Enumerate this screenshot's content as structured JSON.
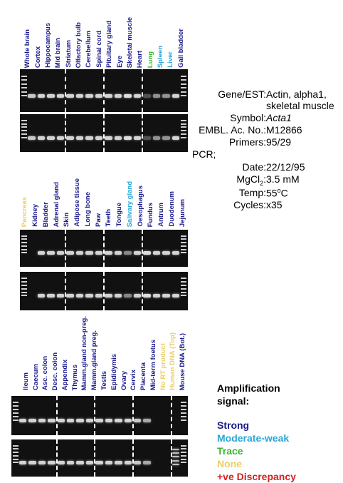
{
  "colors": {
    "strong": "#1a1a8c",
    "moderate_weak": "#2aa7d6",
    "trace": "#3cb531",
    "none": "#e8cf6a",
    "discrepancy": "#d42020"
  },
  "panels": [
    {
      "lanes": [
        {
          "label": "Whole brain",
          "signal": "strong",
          "band": 0.85
        },
        {
          "label": "Cortex",
          "signal": "strong",
          "band": 0.9
        },
        {
          "label": "Hippocampus",
          "signal": "strong",
          "band": 0.9
        },
        {
          "label": "Mid brain",
          "signal": "strong",
          "band": 0.9
        },
        {
          "label": "Striatum",
          "signal": "strong",
          "band": 0.9
        },
        {
          "label": "Olfactory bulb",
          "signal": "strong",
          "band": 0.9
        },
        {
          "label": "Cerebellum",
          "signal": "strong",
          "band": 0.9
        },
        {
          "label": "Spinal cord",
          "signal": "strong",
          "band": 0.9
        },
        {
          "label": "Pituitary gland",
          "signal": "strong",
          "band": 0.9
        },
        {
          "label": "Eye",
          "signal": "strong",
          "band": 0.9
        },
        {
          "label": "Skeletal muscle",
          "signal": "strong",
          "band": 0.95
        },
        {
          "label": "Heart",
          "signal": "strong",
          "band": 0.9
        },
        {
          "label": "Lung",
          "signal": "trace",
          "band": 0.3
        },
        {
          "label": "Spleen",
          "signal": "moderate_weak",
          "band": 0.6
        },
        {
          "label": "Liver",
          "signal": "moderate_weak",
          "band": 0.6
        },
        {
          "label": "Gall bladder",
          "signal": "strong",
          "band": 0.9
        }
      ]
    },
    {
      "lanes": [
        {
          "label": "Pancreas",
          "signal": "none",
          "band": 0.0
        },
        {
          "label": "Kidney",
          "signal": "strong",
          "band": 0.9
        },
        {
          "label": "Bladder",
          "signal": "strong",
          "band": 0.9
        },
        {
          "label": "Adrenal gland",
          "signal": "strong",
          "band": 0.9
        },
        {
          "label": "Skin",
          "signal": "strong",
          "band": 0.9
        },
        {
          "label": "Adipose tissue",
          "signal": "strong",
          "band": 0.9
        },
        {
          "label": "Long bone",
          "signal": "strong",
          "band": 0.9
        },
        {
          "label": "Paw",
          "signal": "strong",
          "band": 0.9
        },
        {
          "label": "Teeth",
          "signal": "strong",
          "band": 0.9
        },
        {
          "label": "Tongue",
          "signal": "strong",
          "band": 0.9
        },
        {
          "label": "Salivary gland",
          "signal": "moderate_weak",
          "band": 0.55
        },
        {
          "label": "Oesophagus",
          "signal": "strong",
          "band": 0.9
        },
        {
          "label": "Fundus",
          "signal": "strong",
          "band": 0.95
        },
        {
          "label": "Antrum",
          "signal": "strong",
          "band": 0.9
        },
        {
          "label": "Duodenum",
          "signal": "strong",
          "band": 0.9
        },
        {
          "label": "Jejunum",
          "signal": "strong",
          "band": 0.9
        }
      ]
    },
    {
      "lanes": [
        {
          "label": "Ileum",
          "signal": "strong",
          "band": 0.9
        },
        {
          "label": "Caecum",
          "signal": "strong",
          "band": 0.9
        },
        {
          "label": "Asc. colon",
          "signal": "strong",
          "band": 0.9
        },
        {
          "label": "Desc. colon",
          "signal": "strong",
          "band": 0.9
        },
        {
          "label": "Appendix",
          "signal": "strong",
          "band": 0.9
        },
        {
          "label": "Thymus",
          "signal": "strong",
          "band": 0.9
        },
        {
          "label": "Mamm.gland non-preg.",
          "signal": "strong",
          "band": 0.9
        },
        {
          "label": "Mamm.gland preg.",
          "signal": "strong",
          "band": 0.9
        },
        {
          "label": "Testis",
          "signal": "strong",
          "band": 0.9
        },
        {
          "label": "Epididymis",
          "signal": "strong",
          "band": 0.9
        },
        {
          "label": "Ovary",
          "signal": "strong",
          "band": 0.9
        },
        {
          "label": "Cervix",
          "signal": "strong",
          "band": 0.9
        },
        {
          "label": "Placenta",
          "signal": "strong",
          "band": 0.85
        },
        {
          "label": "Mid-term foetus",
          "signal": "strong",
          "band": 0.7
        },
        {
          "label": "No RT product",
          "signal": "none",
          "band": 0.0
        },
        {
          "label": "Human DNA (Top)",
          "signal": "none",
          "band": 0.0
        },
        {
          "label": "Mouse DNA (Bot.)",
          "signal": "strong",
          "band": 0.0
        }
      ]
    }
  ],
  "info": {
    "gene_label": "Gene/EST:",
    "gene_value_line1": "Actin, alpha1,",
    "gene_value_line2": "skeletal muscle",
    "symbol_label": "Symbol:",
    "symbol_value": "Acta1",
    "embl_label": "EMBL. Ac. No.:",
    "embl_value": "M12866",
    "primers_label": "Primers:",
    "primers_value": "95/29",
    "pcr_label": "PCR;",
    "date_label": "Date:",
    "date_value": "22/12/95",
    "mgcl_label_pre": "MgCl",
    "mgcl_label_sub": "2",
    "mgcl_label_post": ":",
    "mgcl_value": "3.5 mM",
    "temp_label": "Temp:",
    "temp_value_pre": "55",
    "temp_value_sup": "o",
    "temp_value_post": "C",
    "cycles_label": "Cycles:",
    "cycles_value": "x35"
  },
  "legend": {
    "title_line1": "Amplification",
    "title_line2": "signal:",
    "strong": "Strong",
    "moderate_weak": "Moderate-weak",
    "trace": "Trace",
    "none": "None",
    "discrepancy": "+ve Discrepancy"
  }
}
